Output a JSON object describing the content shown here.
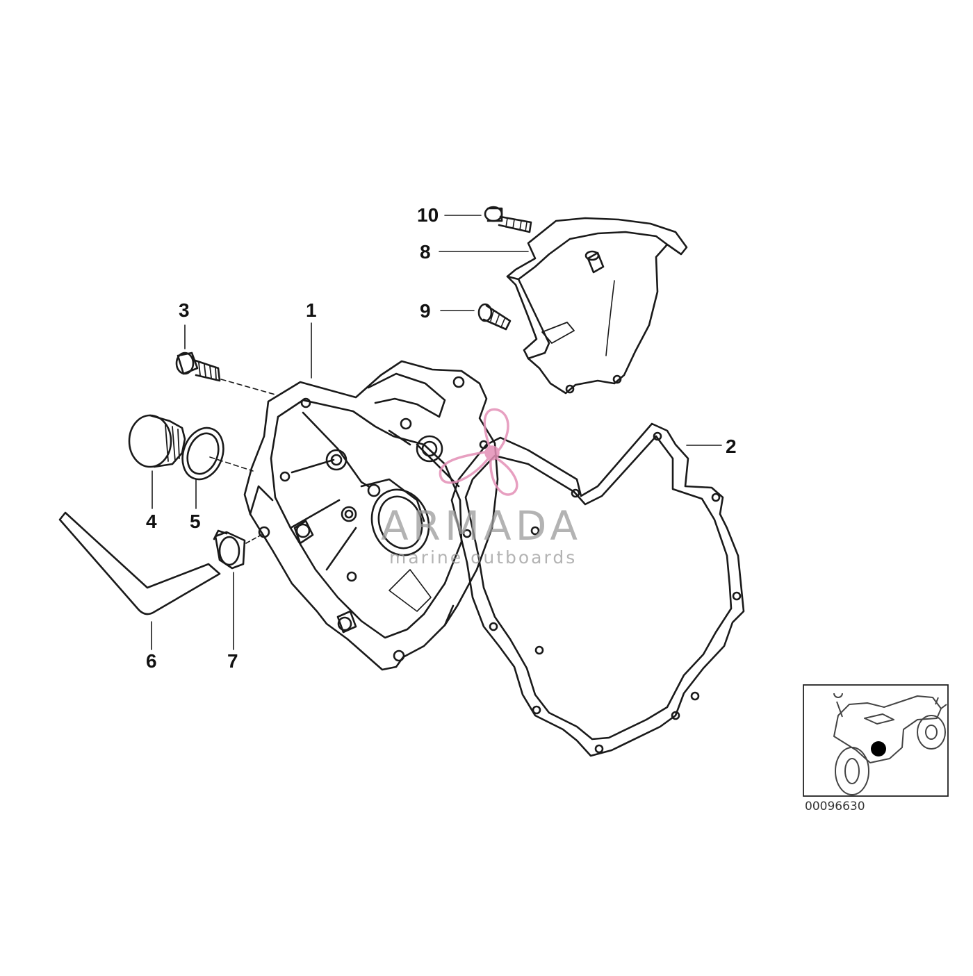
{
  "callouts": [
    {
      "id": "c1",
      "label": "1"
    },
    {
      "id": "c2",
      "label": "2"
    },
    {
      "id": "c3",
      "label": "3"
    },
    {
      "id": "c4",
      "label": "4"
    },
    {
      "id": "c5",
      "label": "5"
    },
    {
      "id": "c6",
      "label": "6"
    },
    {
      "id": "c7",
      "label": "7"
    },
    {
      "id": "c8",
      "label": "8"
    },
    {
      "id": "c9",
      "label": "9"
    },
    {
      "id": "c10",
      "label": "10"
    }
  ],
  "watermark": {
    "brand": "ARMADA",
    "tagline": "marine outboards",
    "color": "#e38fb6"
  },
  "diagram_number": "00096630",
  "colors": {
    "line": "#1a1a1a",
    "background": "#ffffff",
    "locator_marker": "#000000"
  },
  "icons": [
    "propeller-logo-icon",
    "motorcycle-locator-icon"
  ]
}
